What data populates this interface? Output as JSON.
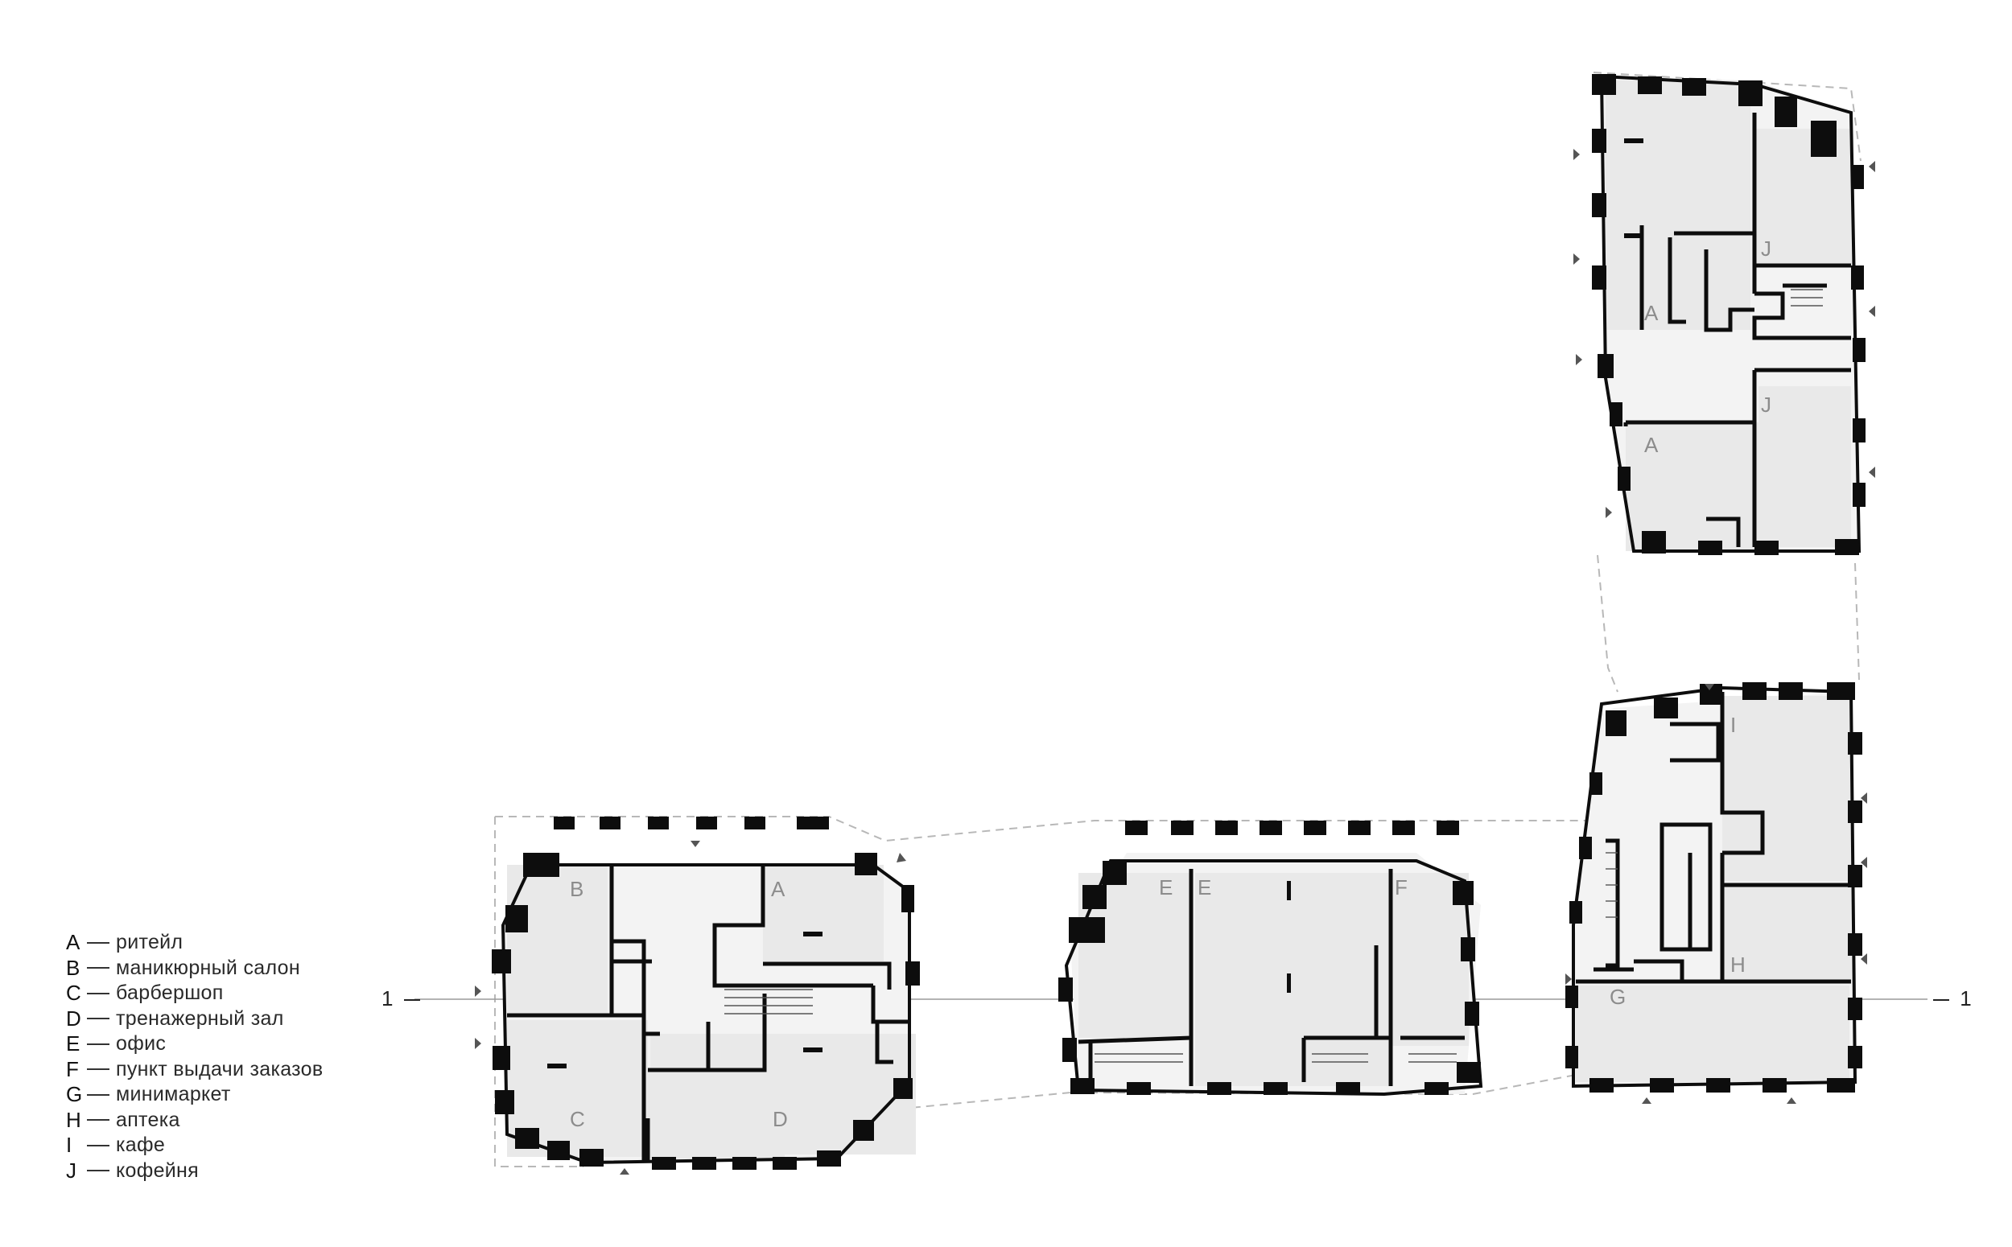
{
  "legend": {
    "items": [
      {
        "key": "A",
        "label": "ритейл"
      },
      {
        "key": "B",
        "label": "маникюрный салон"
      },
      {
        "key": "C",
        "label": "барбершоп"
      },
      {
        "key": "D",
        "label": "тренажерный зал"
      },
      {
        "key": "E",
        "label": "офис"
      },
      {
        "key": "F",
        "label": "пункт выдачи заказов"
      },
      {
        "key": "G",
        "label": "минимаркет"
      },
      {
        "key": "H",
        "label": "аптека"
      },
      {
        "key": "I",
        "label": "кафе"
      },
      {
        "key": "J",
        "label": "кофейня"
      }
    ]
  },
  "section_line": {
    "left_label": "1",
    "right_label": "1"
  },
  "room_labels": {
    "west": [
      "B",
      "A",
      "C",
      "D"
    ],
    "middle": [
      "E",
      "E",
      "F"
    ],
    "south_east": [
      "I",
      "H",
      "G"
    ],
    "north_east": [
      "J",
      "A",
      "J",
      "A"
    ]
  },
  "colors": {
    "wall": "#0d0d0d",
    "floor": "#eeeeee",
    "outline": "#bdbdbd",
    "text": "#2a2a2a"
  }
}
